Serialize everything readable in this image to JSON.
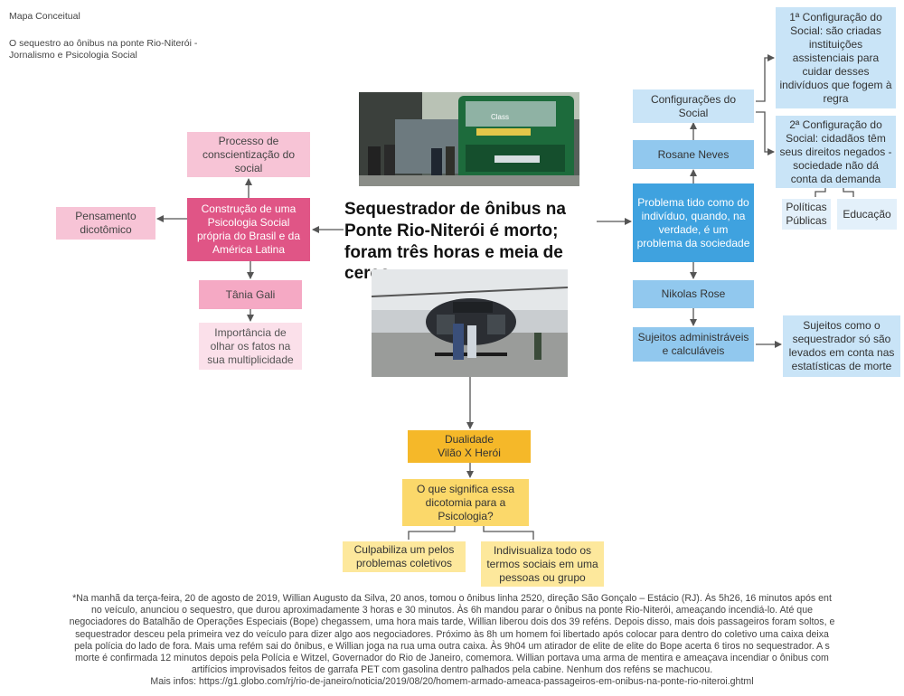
{
  "header": {
    "title": "Mapa Conceitual",
    "subtitle": "O sequestro ao ônibus na ponte Rio-Niterói - Jornalismo e Psicologia Social"
  },
  "headline": "Sequestrador de ônibus na Ponte Rio-Niterói é morto; foram três horas e meia de cerco",
  "bus_sign": "Class",
  "left": {
    "processo": "Processo de conscientização do social",
    "construcao": "Construção de uma Psicologia Social própria do Brasil e da América Latina",
    "pensamento": "Pensamento dicotômico",
    "tania": "Tânia Gali",
    "importancia": "Importância de olhar os fatos na sua multiplicidade"
  },
  "right": {
    "configuracoes": "Configurações do Social",
    "config1": "1ª Configuração do Social: são criadas instituições assistenciais para cuidar desses indivíduos que fogem à regra",
    "config2": "2ª Configuração do Social: cidadãos têm seus direitos negados - sociedade não dá conta da demanda",
    "politicas": "Políticas Públicas",
    "educacao": "Educação",
    "rosane": "Rosane Neves",
    "problema": "Problema tido como do indivíduo, quando, na verdade, é um problema da sociedade",
    "nikolas": "Nikolas Rose",
    "sujeitos_adm": "Sujeitos administráveis e calculáveis",
    "sujeitos_como": "Sujeitos como o sequestrador só são levados em conta nas estatísticas de morte"
  },
  "bottom": {
    "dualidade": "Dualidade\nVilão X Herói",
    "significa": "O que significa essa dicotomia para a Psicologia?",
    "culpabiliza": "Culpabiliza um pelos problemas coletivos",
    "indivisualiza": "Indivisualiza todo os termos sociais em uma pessoas ou grupo"
  },
  "footnote": "*Na manhã da terça-feira, 20 de agosto de 2019, Willian Augusto da Silva, 20 anos, tomou o ônibus linha 2520, direção São Gonçalo – Estácio (RJ). Às 5h26, 16 minutos após ent\nno veículo, anunciou o sequestro, que durou aproximadamente 3 horas e 30 minutos. Às 6h mandou parar o ônibus na ponte Rio-Niterói, ameaçando incendiá-lo. Até que\nnegociadores do Batalhão de Operações Especiais (Bope) chegassem, uma hora mais tarde, Willian liberou dois dos 39 reféns. Depois disso, mais dois passageiros foram soltos, e\nsequestrador desceu pela primeira vez do veículo para dizer algo aos negociadores. Próximo às 8h um homem foi libertado após colocar para dentro do coletivo uma caixa deixa\npela polícia do lado de fora. Mais uma refém sai do ônibus, e Willian joga na rua uma outra caixa. Às 9h04 um atirador de elite de elite do Bope acerta 6 tiros no sequestrador. A s\nmorte é confirmada 12 minutos depois pela Polícia e Witzel, Governador do Rio de Janeiro, comemora. Willian portava uma arma de mentira e ameaçava incendiar o ônibus com\nartifícios improvisados feitos de garrafa PET com gasolina dentro palhados pela cabine. Nenhum dos reféns se machucou.\nMais infos: https://g1.globo.com/rj/rio-de-janeiro/noticia/2019/08/20/homem-armado-ameaca-passageiros-em-onibus-na-ponte-rio-niteroi.ghtml"
}
